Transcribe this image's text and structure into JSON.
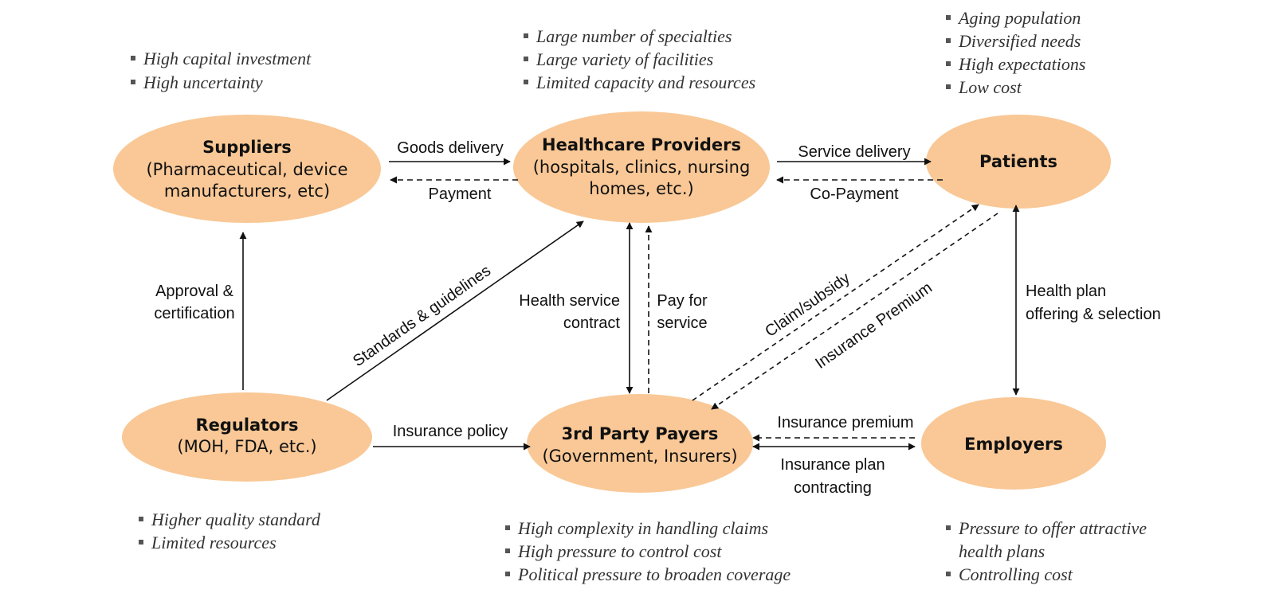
{
  "colors": {
    "node_fill": "#F9C896",
    "line": "#111111",
    "bullet": "#555555"
  },
  "nodes": {
    "suppliers": {
      "title": "Suppliers",
      "sub1": "(Pharmaceutical, device",
      "sub2": "manufacturers, etc)"
    },
    "providers": {
      "title": "Healthcare Providers",
      "sub1": "(hospitals, clinics, nursing",
      "sub2": "homes, etc.)"
    },
    "patients": {
      "title": "Patients"
    },
    "regulators": {
      "title": "Regulators",
      "sub1": "(MOH, FDA, etc.)"
    },
    "payers": {
      "title": "3rd Party Payers",
      "sub1": "(Government, Insurers)"
    },
    "employers": {
      "title": "Employers"
    }
  },
  "edges": {
    "goods_delivery": "Goods delivery",
    "payment": "Payment",
    "service_delivery": "Service delivery",
    "co_payment": "Co-Payment",
    "approval_1": "Approval &",
    "approval_2": "certification",
    "standards": "Standards & guidelines",
    "health_service_1": "Health service",
    "health_service_2": "contract",
    "pay_for_1": "Pay for",
    "pay_for_2": "service",
    "claim_subsidy": "Claim/subsidy",
    "insurance_premium_diag": "Insurance Premium",
    "health_plan_1": "Health plan",
    "health_plan_2": "offering & selection",
    "insurance_policy": "Insurance policy",
    "insurance_premium": "Insurance premium",
    "insurance_plan_1": "Insurance plan",
    "insurance_plan_2": "contracting"
  },
  "bullets": {
    "suppliers": [
      "High capital investment",
      "High uncertainty"
    ],
    "providers": [
      "Large number of specialties",
      "Large variety of facilities",
      "Limited capacity and resources"
    ],
    "patients": [
      "Aging population",
      "Diversified needs",
      "High expectations",
      "Low cost"
    ],
    "regulators": [
      "Higher quality standard",
      "Limited resources"
    ],
    "payers": [
      "High complexity in handling claims",
      "High pressure to control cost",
      "Political pressure to broaden coverage"
    ],
    "employers": [
      "Pressure to offer attractive",
      "health plans",
      "Controlling cost"
    ]
  }
}
